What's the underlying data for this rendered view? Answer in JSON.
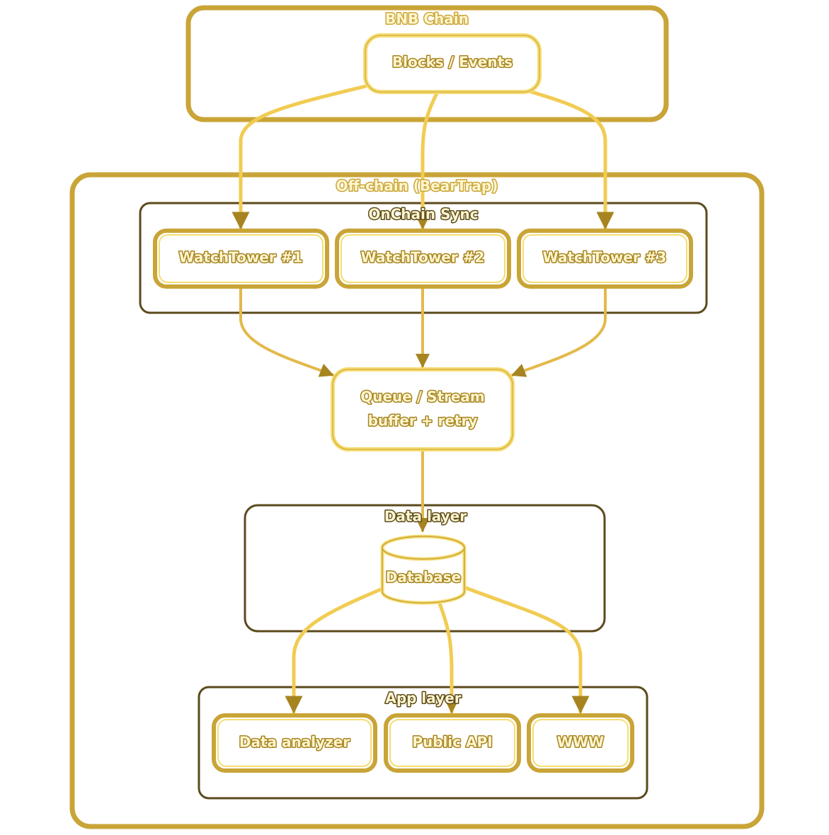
{
  "colors": {
    "outer_border": "#c9a437",
    "sub_border": "#5b4a1c",
    "node_border": "#c9a437",
    "node_inner": "#f6dd74",
    "edge": "#f1cc52",
    "edge_inner": "#e3b94a",
    "label_fill": "#fff6cf"
  },
  "groups": {
    "bnb_chain": "BNB Chain",
    "off_chain": "Off-chain (BearTrap)",
    "onchain_sync": "OnChain Sync",
    "data_layer": "Data layer",
    "app_layer": "App layer"
  },
  "nodes": {
    "blocks_events": "Blocks / Events",
    "watchtower_1": "WatchTower #1",
    "watchtower_2": "WatchTower #2",
    "watchtower_3": "WatchTower #3",
    "queue_line1": "Queue / Stream",
    "queue_line2": "buffer + retry",
    "database": "Database",
    "data_analyzer": "Data analyzer",
    "public_api": "Public API",
    "www": "WWW"
  },
  "edges": [
    {
      "from": "blocks_events",
      "to": "watchtower_1"
    },
    {
      "from": "blocks_events",
      "to": "watchtower_2"
    },
    {
      "from": "blocks_events",
      "to": "watchtower_3"
    },
    {
      "from": "watchtower_1",
      "to": "queue"
    },
    {
      "from": "watchtower_2",
      "to": "queue"
    },
    {
      "from": "watchtower_3",
      "to": "queue"
    },
    {
      "from": "queue",
      "to": "database"
    },
    {
      "from": "database",
      "to": "data_analyzer"
    },
    {
      "from": "database",
      "to": "public_api"
    },
    {
      "from": "database",
      "to": "www"
    }
  ]
}
